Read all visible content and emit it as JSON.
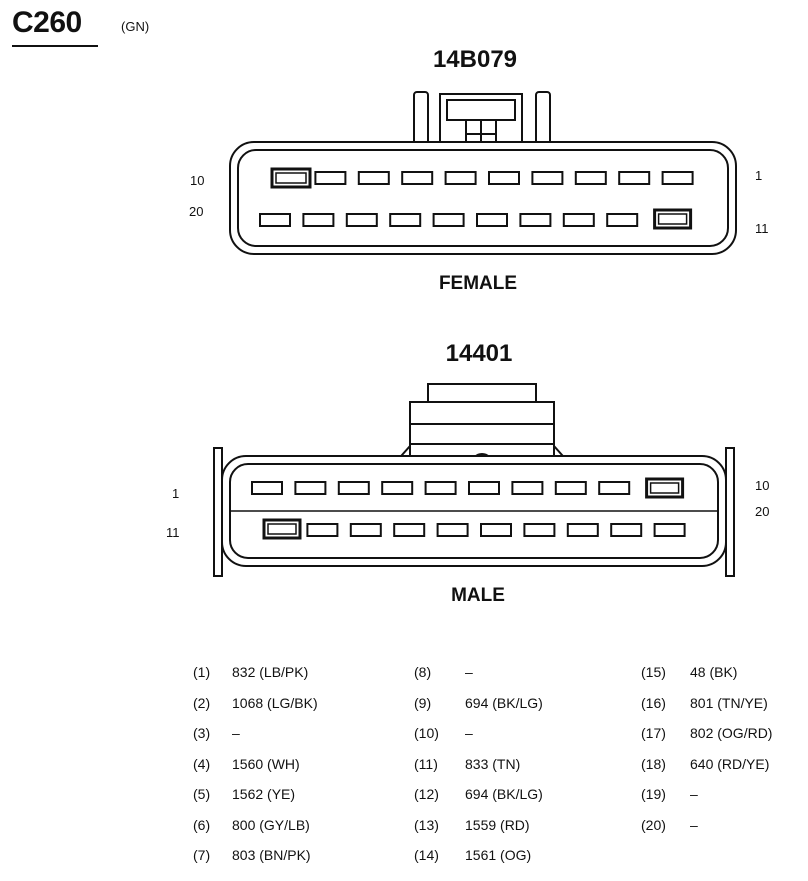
{
  "connector": {
    "name": "C260",
    "color_code": "(GN)"
  },
  "female": {
    "part_number": "14B079",
    "label": "FEMALE",
    "pin_labels": {
      "top_left": "10",
      "bottom_left": "20",
      "top_right": "1",
      "bottom_right": "11"
    }
  },
  "male": {
    "part_number": "14401",
    "label": "MALE",
    "pin_labels": {
      "top_left": "1",
      "bottom_left": "11",
      "top_right": "10",
      "bottom_right": "20"
    }
  },
  "pinout": [
    {
      "pin": "(1)",
      "circuit": "832 (LB/PK)"
    },
    {
      "pin": "(2)",
      "circuit": "1068 (LG/BK)"
    },
    {
      "pin": "(3)",
      "circuit": "–"
    },
    {
      "pin": "(4)",
      "circuit": "1560 (WH)"
    },
    {
      "pin": "(5)",
      "circuit": "1562 (YE)"
    },
    {
      "pin": "(6)",
      "circuit": "800 (GY/LB)"
    },
    {
      "pin": "(7)",
      "circuit": "803 (BN/PK)"
    },
    {
      "pin": "(8)",
      "circuit": "–"
    },
    {
      "pin": "(9)",
      "circuit": "694 (BK/LG)"
    },
    {
      "pin": "(10)",
      "circuit": "–"
    },
    {
      "pin": "(11)",
      "circuit": "833 (TN)"
    },
    {
      "pin": "(12)",
      "circuit": "694 (BK/LG)"
    },
    {
      "pin": "(13)",
      "circuit": "1559 (RD)"
    },
    {
      "pin": "(14)",
      "circuit": "1561 (OG)"
    },
    {
      "pin": "(15)",
      "circuit": "48 (BK)"
    },
    {
      "pin": "(16)",
      "circuit": "801 (TN/YE)"
    },
    {
      "pin": "(17)",
      "circuit": "802 (OG/RD)"
    },
    {
      "pin": "(18)",
      "circuit": "640 (RD/YE)"
    },
    {
      "pin": "(19)",
      "circuit": "–"
    },
    {
      "pin": "(20)",
      "circuit": "–"
    }
  ]
}
